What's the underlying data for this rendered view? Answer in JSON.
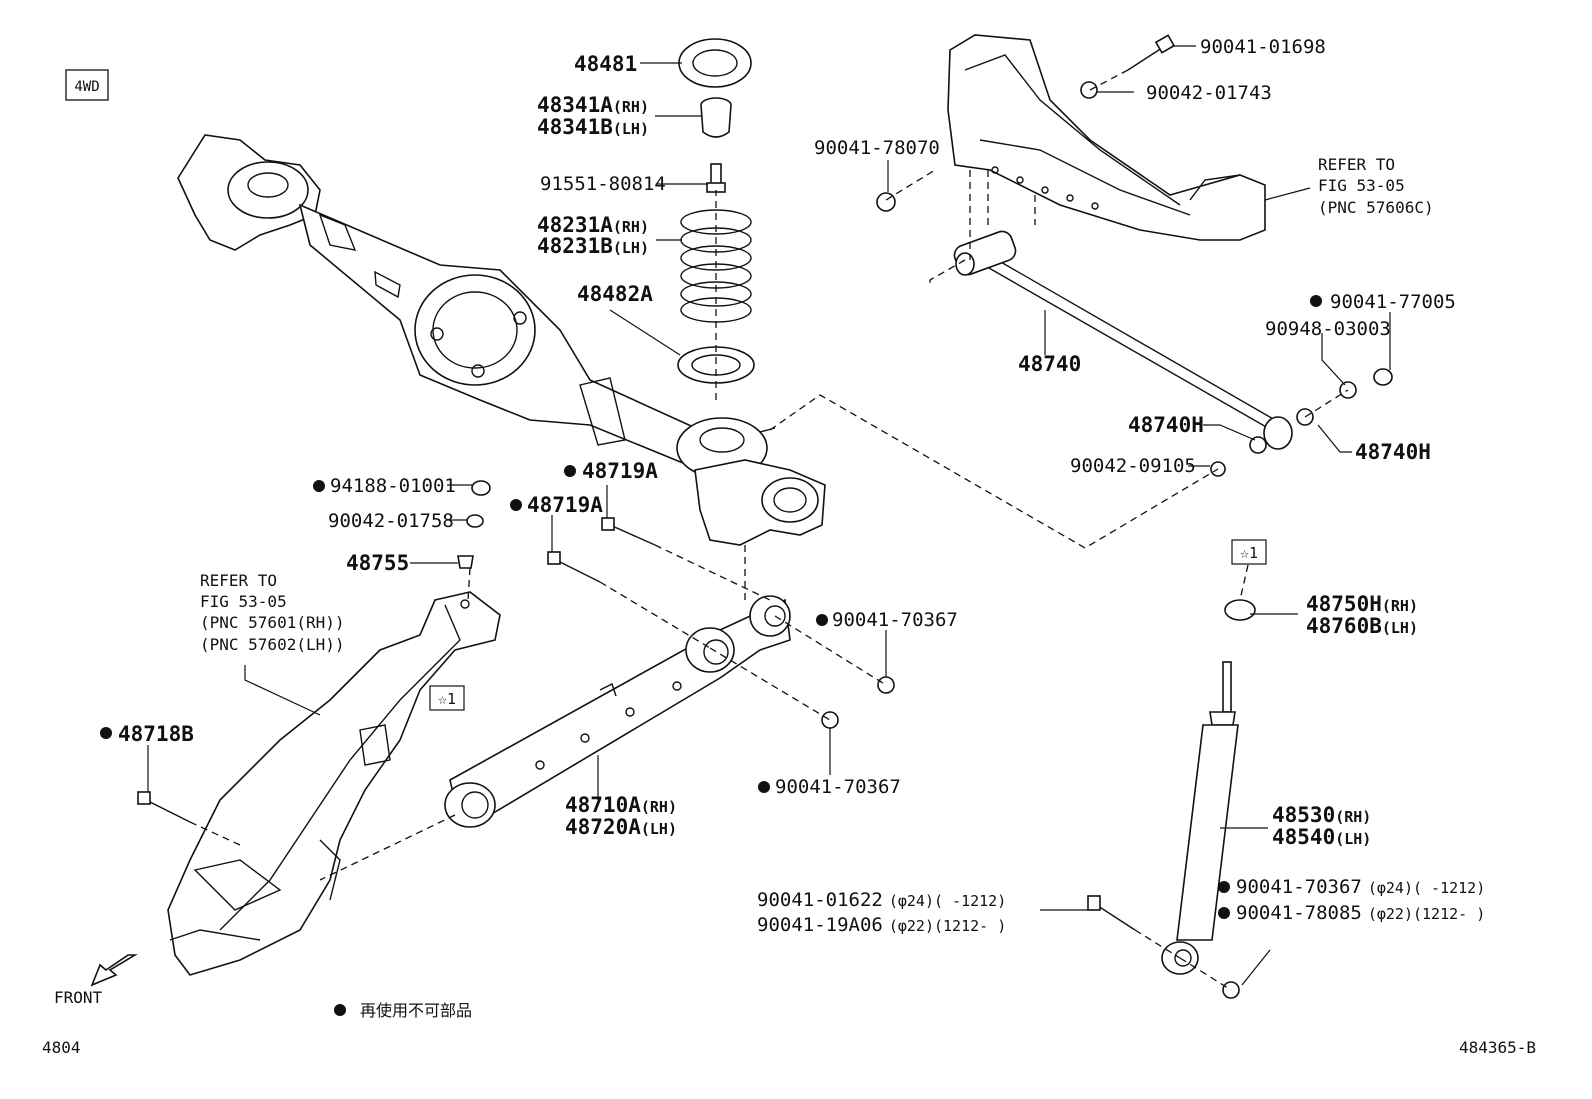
{
  "header": {
    "badge": "4WD"
  },
  "footer": {
    "page_code": "4804",
    "figure_code": "484365-B",
    "front_label": "FRONT",
    "legend_text": "再使用不可部品"
  },
  "star_marker": "☆1",
  "refs": {
    "frame_right": {
      "l1": "REFER TO",
      "l2": "FIG 53-05",
      "l3": "(PNC 57606C)"
    },
    "frame_left": {
      "l1": "REFER TO",
      "l2": "FIG 53-05",
      "l3": "(PNC 57601(RH))",
      "l4": "(PNC 57602(LH))"
    }
  },
  "parts": {
    "p48481": "48481",
    "p48341A": "48341A",
    "p48341B": "48341B",
    "p91551": "91551-80814",
    "p48231A": "48231A",
    "p48231B": "48231B",
    "p48482A": "48482A",
    "p90041_01698": "90041-01698",
    "p90042_01743": "90042-01743",
    "p90041_78070": "90041-78070",
    "p48740": "48740",
    "p90041_77005": "90041-77005",
    "p90948_03003": "90948-03003",
    "p48740H_a": "48740H",
    "p48740H_b": "48740H",
    "p90042_09105": "90042-09105",
    "p94188_01001": "94188-01001",
    "p90042_01758": "90042-01758",
    "p48755": "48755",
    "p48719A_a": "48719A",
    "p48719A_b": "48719A",
    "p90041_70367_a": "90041-70367",
    "p90041_70367_b": "90041-70367",
    "p48718B": "48718B",
    "p48710A": "48710A",
    "p48720A": "48720A",
    "p48750H": "48750H",
    "p48760B": "48760B",
    "p48530": "48530",
    "p48540": "48540",
    "p90041_01622": "90041-01622",
    "p90041_19A06": "90041-19A06",
    "p90041_70367_c": "90041-70367",
    "p90041_78085": "90041-78085"
  },
  "suffix": {
    "rh": "(RH)",
    "lh": "(LH)"
  },
  "spec": {
    "d24": "(φ24)",
    "d22": "(φ22)",
    "r_before": "(     -1212)",
    "r_after": "(1212-     )"
  }
}
